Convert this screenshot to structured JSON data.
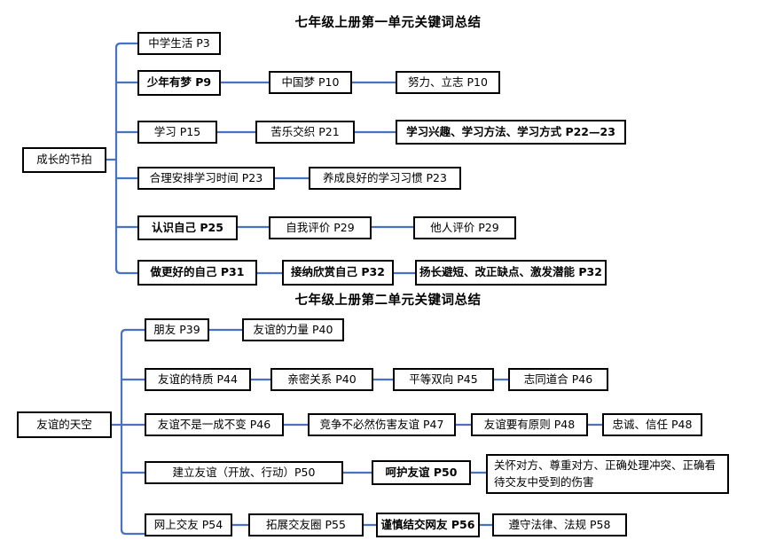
{
  "page": {
    "background": "#ffffff",
    "line_color": "#4a72c4",
    "border_color": "#000000",
    "text_color": "#000000"
  },
  "maps": [
    {
      "id": "unit-1",
      "title": "七年级上册第一单元关键词总结",
      "root": "成长的节拍",
      "branches": [
        {
          "nodes": [
            {
              "label": "中学生活 P3",
              "bold": false
            }
          ]
        },
        {
          "nodes": [
            {
              "label": "少年有梦 P9",
              "bold": true
            },
            {
              "label": "中国梦 P10",
              "bold": false
            },
            {
              "label": "努力、立志 P10",
              "bold": false
            }
          ]
        },
        {
          "nodes": [
            {
              "label": "学习 P15",
              "bold": false
            },
            {
              "label": "苦乐交织 P21",
              "bold": false
            },
            {
              "label": "学习兴趣、学习方法、学习方式 P22—23",
              "bold": true
            }
          ]
        },
        {
          "nodes": [
            {
              "label": "合理安排学习时间 P23",
              "bold": false
            },
            {
              "label": "养成良好的学习习惯 P23",
              "bold": false
            }
          ]
        },
        {
          "nodes": [
            {
              "label": "认识自己 P25",
              "bold": true
            },
            {
              "label": "自我评价 P29",
              "bold": false
            },
            {
              "label": "他人评价 P29",
              "bold": false
            }
          ]
        },
        {
          "nodes": [
            {
              "label": "做更好的自己 P31",
              "bold": true
            },
            {
              "label": "接纳欣赏自己 P32",
              "bold": true
            },
            {
              "label": "扬长避短、改正缺点、激发潜能 P32",
              "bold": true
            }
          ]
        }
      ]
    },
    {
      "id": "unit-2",
      "title": "七年级上册第二单元关键词总结",
      "root": "友谊的天空",
      "branches": [
        {
          "nodes": [
            {
              "label": "朋友 P39",
              "bold": false
            },
            {
              "label": "友谊的力量 P40",
              "bold": false
            }
          ]
        },
        {
          "nodes": [
            {
              "label": "友谊的特质 P44",
              "bold": false
            },
            {
              "label": "亲密关系 P40",
              "bold": false
            },
            {
              "label": "平等双向 P45",
              "bold": false
            },
            {
              "label": "志同道合 P46",
              "bold": false
            }
          ]
        },
        {
          "nodes": [
            {
              "label": "友谊不是一成不变 P46",
              "bold": false
            },
            {
              "label": "竞争不必然伤害友谊 P47",
              "bold": false
            },
            {
              "label": "友谊要有原则 P48",
              "bold": false
            },
            {
              "label": "忠诚、信任 P48",
              "bold": false
            }
          ]
        },
        {
          "nodes": [
            {
              "label": "建立友谊（开放、行动）P50",
              "bold": false
            },
            {
              "label": "呵护友谊 P50",
              "bold": true
            },
            {
              "label": "关怀对方、尊重对方、正确处理冲突、正确看待交友中受到的伤害",
              "bold": false
            }
          ]
        },
        {
          "nodes": [
            {
              "label": "网上交友 P54",
              "bold": false
            },
            {
              "label": "拓展交友圈 P55",
              "bold": false
            },
            {
              "label": "谨慎结交网友 P56",
              "bold": true
            },
            {
              "label": "遵守法律、法规 P58",
              "bold": false
            }
          ]
        }
      ]
    }
  ]
}
